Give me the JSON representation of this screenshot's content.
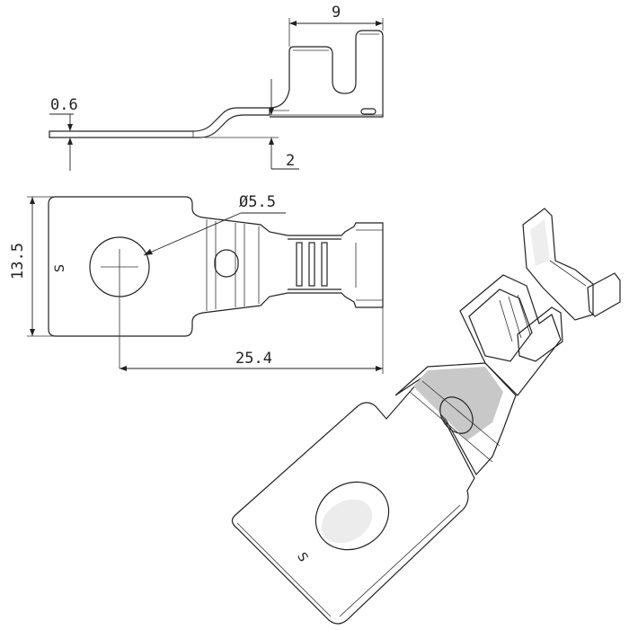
{
  "dimensions": {
    "thickness": "0.6",
    "step_height": "2",
    "top_width": "9",
    "hole_diameter": "Ø5.5",
    "height": "13.5",
    "length": "25.4"
  },
  "stamp_mark": "S"
}
